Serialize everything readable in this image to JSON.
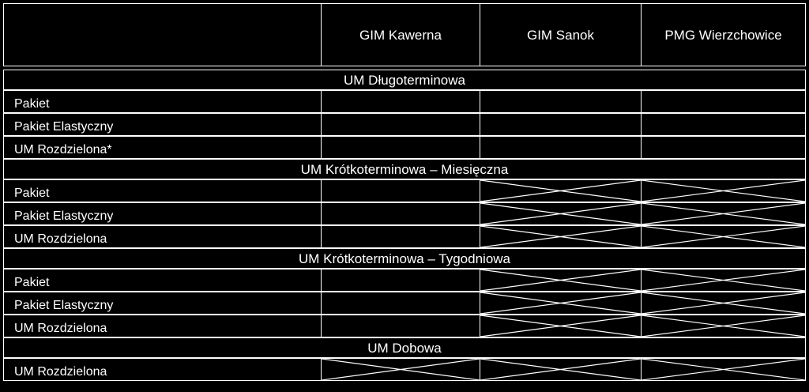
{
  "header": {
    "columns": [
      "GIM Kawerna",
      "GIM Sanok",
      "PMG Wierzchowice"
    ]
  },
  "sections": [
    {
      "title": "UM Długoterminowa",
      "rows": [
        {
          "label": "Pakiet",
          "cells": [
            "open",
            "open",
            "open"
          ]
        },
        {
          "label": "Pakiet Elastyczny",
          "cells": [
            "open",
            "open",
            "open"
          ]
        },
        {
          "label": "UM Rozdzielona*",
          "cells": [
            "open",
            "open",
            "open"
          ]
        }
      ]
    },
    {
      "title": "UM Krótkoterminowa – Miesięczna",
      "rows": [
        {
          "label": "Pakiet",
          "cells": [
            "open",
            "crossed",
            "crossed"
          ]
        },
        {
          "label": "Pakiet Elastyczny",
          "cells": [
            "open",
            "crossed",
            "crossed"
          ]
        },
        {
          "label": "UM Rozdzielona",
          "cells": [
            "open",
            "crossed",
            "crossed"
          ]
        }
      ]
    },
    {
      "title": "UM Krótkoterminowa – Tygodniowa",
      "rows": [
        {
          "label": "Pakiet",
          "cells": [
            "open",
            "crossed",
            "crossed"
          ]
        },
        {
          "label": "Pakiet Elastyczny",
          "cells": [
            "open",
            "crossed",
            "crossed"
          ]
        },
        {
          "label": "UM Rozdzielona",
          "cells": [
            "open",
            "crossed",
            "crossed"
          ]
        }
      ]
    },
    {
      "title": "UM Dobowa",
      "rows": [
        {
          "label": "UM Rozdzielona",
          "cells": [
            "crossed",
            "crossed",
            "crossed"
          ]
        }
      ]
    }
  ]
}
